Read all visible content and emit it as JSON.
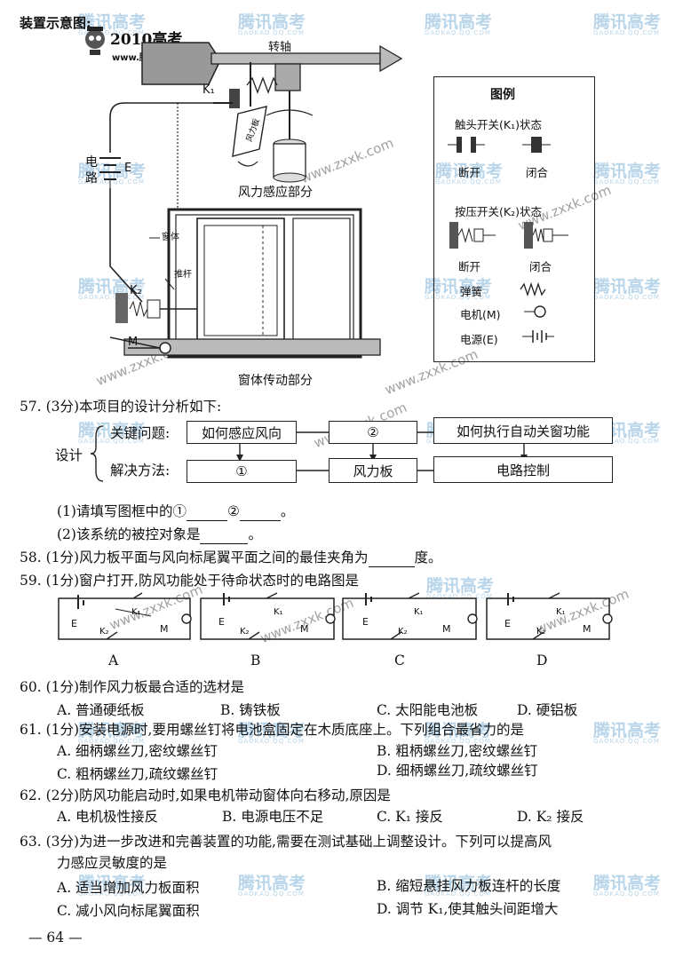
{
  "diagram": {
    "heading": "装置示意图:",
    "logo_title": "2010高考",
    "logo_url": "www.腾讯网全程跟踪",
    "shaft": "转轴",
    "k1": "K₁",
    "wind_board": "风力板",
    "power": "电",
    "power2": "路",
    "e": "E",
    "wind_part": "风力感应部分",
    "frame": "窗体",
    "rod": "推杆",
    "k2": "K₂",
    "m": "M",
    "window_part": "窗体传动部分"
  },
  "legend": {
    "title": "图例",
    "contact_switch": "触头开关(K₁)状态",
    "open1": "断开",
    "close1": "闭合",
    "press_switch": "按压开关(K₂)状态",
    "open2": "断开",
    "close2": "闭合",
    "spring": "弹簧",
    "motor": "电机(M)",
    "source": "电源(E)"
  },
  "q57": {
    "stem": "57. (3分)本项目的设计分析如下:",
    "design": "设计",
    "key_label": "关键问题:",
    "method_label": "解决方法:",
    "box1": "如何感应风向",
    "box2": "②",
    "box3": "如何执行自动关窗功能",
    "box4": "①",
    "box5": "风力板",
    "box6": "电路控制",
    "sub1_a": "(1)请填写图框中的①",
    "sub1_b": "②",
    "sub1_c": "。",
    "sub2_a": "(2)该系统的被控对象是",
    "sub2_b": "。"
  },
  "q58": {
    "a": "58. (1分)风力板平面与风向标尾翼平面之间的最佳夹角为",
    "b": "度。"
  },
  "q59": {
    "stem": "59. (1分)窗户打开,防风功能处于待命状态时的电路图是",
    "circuits": [
      {
        "label": "A"
      },
      {
        "label": "B"
      },
      {
        "label": "C"
      },
      {
        "label": "D"
      }
    ],
    "e": "E",
    "k1": "K₁",
    "k2": "K₂",
    "m": "M"
  },
  "q60": {
    "stem": "60. (1分)制作风力板最合适的选材是",
    "options": [
      "A. 普通硬纸板",
      "B. 铸铁板",
      "C. 太阳能电池板",
      "D. 硬铝板"
    ]
  },
  "q61": {
    "stem": "61. (1分)安装电源时,要用螺丝钉将电池盒固定在木质底座上。下列组合最省力的是",
    "options": [
      "A. 细柄螺丝刀,密纹螺丝钉",
      "B. 粗柄螺丝刀,密纹螺丝钉",
      "C. 粗柄螺丝刀,疏纹螺丝钉",
      "D. 细柄螺丝刀,疏纹螺丝钉"
    ]
  },
  "q62": {
    "stem": "62. (2分)防风功能启动时,如果电机带动窗体向右移动,原因是",
    "options": [
      "A. 电机极性接反",
      "B. 电源电压不足",
      "C. K₁ 接反",
      "D. K₂ 接反"
    ]
  },
  "q63": {
    "stem1": "63. (3分)为进一步改进和完善装置的功能,需要在测试基础上调整设计。下列可以提高风",
    "stem2": "力感应灵敏度的是",
    "options": [
      "A. 适当增加风力板面积",
      "B. 缩短悬挂风力板连杆的长度",
      "C. 减小风向标尾翼面积",
      "D. 调节 K₁,使其触头间距增大"
    ]
  },
  "page_number": "— 64 —",
  "watermarks": {
    "brand": "腾讯高考",
    "sub": "GAOKAO.QQ.COM",
    "zxxk": "www.zxxk.com"
  }
}
